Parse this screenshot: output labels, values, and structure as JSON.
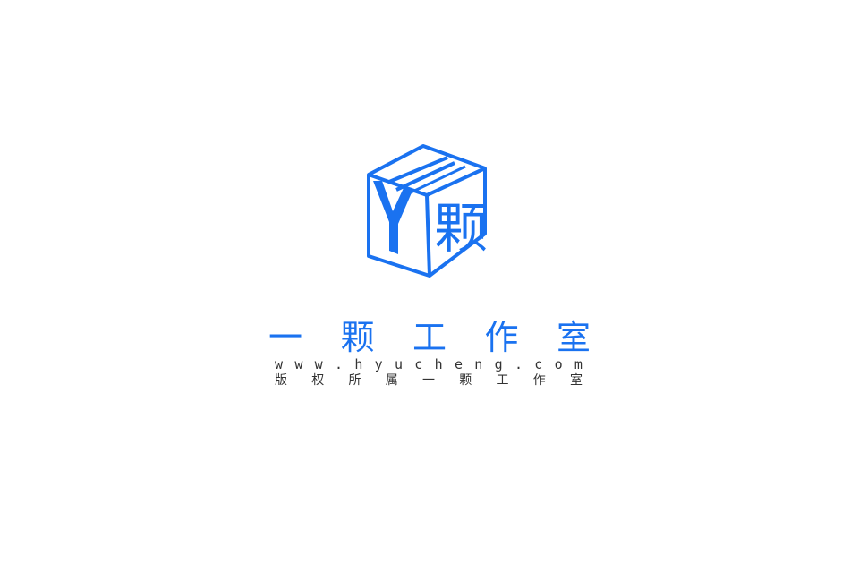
{
  "brand": {
    "logo_glyph_letter": "Y",
    "logo_glyph_char": "颗",
    "name_chars": [
      "一",
      "颗",
      "工",
      "作",
      "室"
    ],
    "website_chars": [
      "w",
      "w",
      "w",
      ".",
      "h",
      "y",
      "u",
      "c",
      "h",
      "e",
      "n",
      "g",
      ".",
      "c",
      "o",
      "m"
    ],
    "copyright_chars": [
      "版",
      "权",
      "所",
      "属",
      "一",
      "颗",
      "工",
      "作",
      "室"
    ]
  },
  "colors": {
    "accent": "#1a72f0",
    "text": "#333333",
    "background": "#ffffff"
  }
}
